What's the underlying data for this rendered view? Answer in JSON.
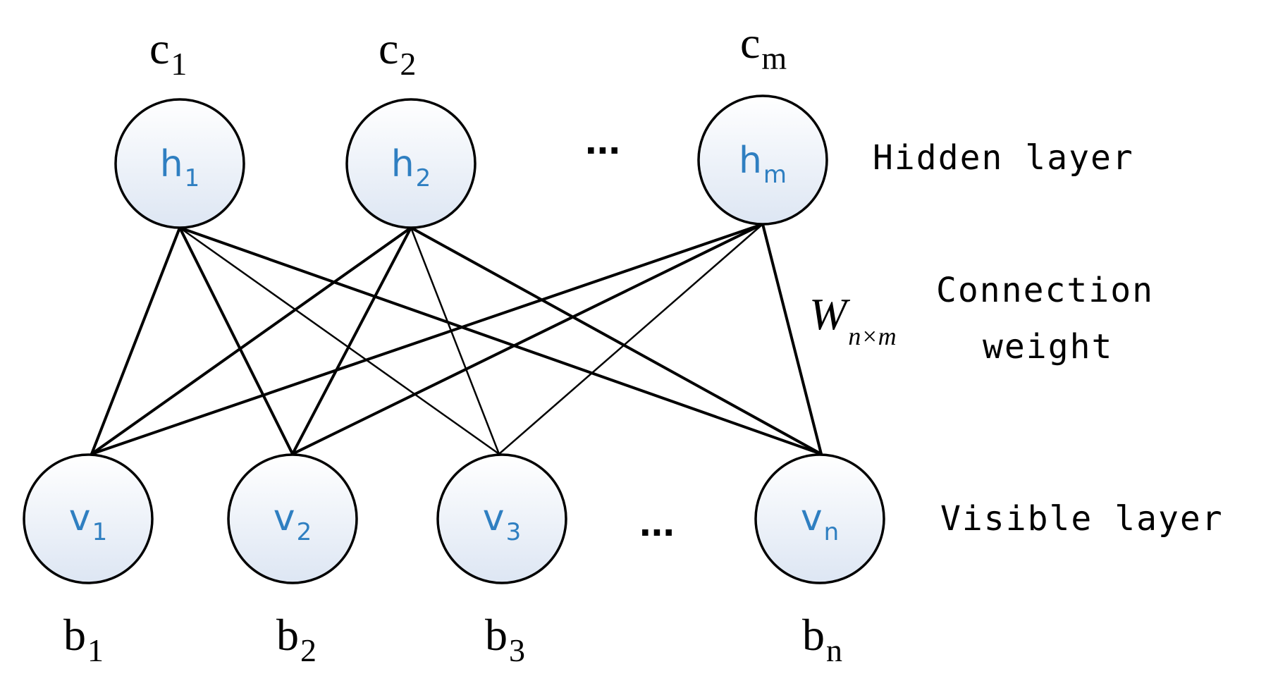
{
  "colors": {
    "node_fill_top": "#ffffff",
    "node_fill_bottom": "#dde6f3",
    "node_text": "#2f7fc1",
    "edge": "#000000"
  },
  "hidden_layer": {
    "label": "Hidden layer",
    "nodes": [
      {
        "name": "h",
        "sub": "1",
        "bias": "c",
        "bias_sub": "1"
      },
      {
        "name": "h",
        "sub": "2",
        "bias": "c",
        "bias_sub": "2"
      },
      {
        "name": "h",
        "sub": "m",
        "bias": "c",
        "bias_sub": "m"
      }
    ],
    "ellipsis": "..."
  },
  "visible_layer": {
    "label": "Visible layer",
    "nodes": [
      {
        "name": "v",
        "sub": "1",
        "bias": "b",
        "bias_sub": "1"
      },
      {
        "name": "v",
        "sub": "2",
        "bias": "b",
        "bias_sub": "2"
      },
      {
        "name": "v",
        "sub": "3",
        "bias": "b",
        "bias_sub": "3"
      },
      {
        "name": "v",
        "sub": "n",
        "bias": "b",
        "bias_sub": "n"
      }
    ],
    "ellipsis": "..."
  },
  "weights": {
    "symbol": "W",
    "subscript": "n×m",
    "label_line1": "Connection",
    "label_line2": "weight"
  }
}
